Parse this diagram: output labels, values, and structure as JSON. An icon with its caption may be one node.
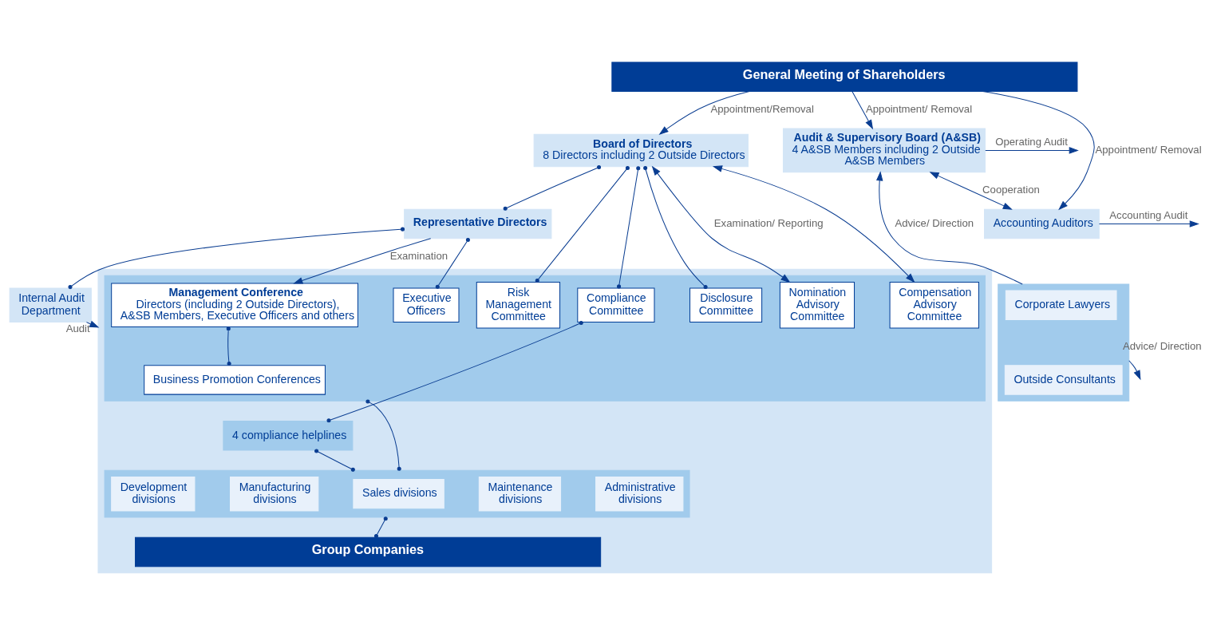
{
  "diagram": {
    "nodes": [
      {
        "text": [
          "General Meeting of Shareholders"
        ]
      },
      {
        "text": [
          "Board of Directors",
          "8 Directors including 2 Outside Directors"
        ]
      },
      {
        "text": [
          "Representative Directors"
        ]
      },
      {
        "text": [],
        "shape": "box"
      },
      {
        "text": [],
        "shape": "box",
        "in": 3
      },
      {
        "text": [
          "Compliance Committee"
        ],
        "in": 4
      },
      {
        "text": [
          "Disclosure Committee"
        ],
        "in": 4
      },
      {
        "text": [
          "Risk Management Committee"
        ],
        "in": 4
      },
      {
        "text": [
          "Nomination Advisory Committee"
        ],
        "in": 4
      },
      {
        "text": [
          "Compensation Advisory Committee"
        ],
        "in": 4
      },
      {
        "text": [
          "Management Conference",
          "Directors (including 2 Outside Directors), A&SB Members, Executive Officers and others"
        ],
        "in": 4
      },
      {
        "text": [
          "Business Promotion Conferences"
        ],
        "in": 4
      },
      {
        "text": [
          "Executive Officers"
        ],
        "in": 4
      },
      {
        "text": [
          "4 compliance helplines"
        ],
        "in": 3
      },
      {
        "text": [],
        "shape": "box",
        "in": 3
      },
      {
        "text": [
          "Development divisions"
        ],
        "in": 14
      },
      {
        "text": [
          "Manufacturing divisions"
        ],
        "in": 14
      },
      {
        "text": [
          "Sales divisions"
        ],
        "in": 14
      },
      {
        "text": [
          "Maintenance divisions"
        ],
        "in": 14
      },
      {
        "text": [
          "Administrative divisions"
        ],
        "in": 14
      },
      {
        "text": [
          "Group Companies"
        ],
        "in": 3
      },
      {
        "text": [
          "Internal Audit Department"
        ]
      },
      {
        "text": [
          "Audit & Supervisory Board (A&SB)",
          "4 A&SB Members including 2 Outside A&SB Members"
        ]
      },
      {
        "text": [
          "Accounting Auditors"
        ]
      },
      {
        "text": [],
        "shape": "box"
      },
      {
        "text": [
          "Corporate Lawyers"
        ],
        "in": 24
      },
      {
        "text": [
          "Outside Consultants"
        ],
        "in": 24
      }
    ],
    "edges": [
      {
        "from": 0,
        "to": 1,
        "arrow": "to",
        "label": "Appointment/Removal"
      },
      {
        "from": 0,
        "to": 22,
        "arrow": "to",
        "label": "Appointment/ Removal"
      },
      {
        "from": 0,
        "to": 23,
        "arrow": "to",
        "label": "Appointment/ Removal"
      },
      {
        "from": 1,
        "to": 5,
        "arrow": "other"
      },
      {
        "from": 1,
        "to": 6,
        "arrow": "other"
      },
      {
        "from": 1,
        "to": 7,
        "arrow": "other"
      },
      {
        "from": 1,
        "to": 8,
        "arrow": "both",
        "label": "Examination/ Reporting"
      },
      {
        "from": 1,
        "to": 9,
        "arrow": "both"
      },
      {
        "from": 1,
        "to": 2,
        "arrow": "other"
      },
      {
        "from": 2,
        "to": 10,
        "arrow": "to",
        "label": "Examination"
      },
      {
        "from": 2,
        "to": 12,
        "arrow": "other"
      },
      {
        "from": 2,
        "to": 21,
        "arrow": "other"
      },
      {
        "from": 21,
        "to": 3,
        "arrow": "to",
        "label": "Audit"
      },
      {
        "from": 22,
        "to": null,
        "arrow": "to",
        "label": "Operating Audit"
      },
      {
        "from": 22,
        "to": 23,
        "arrow": "both",
        "label": "Cooperation"
      },
      {
        "from": 23,
        "to": null,
        "arrow": "to",
        "label": "Accounting Audit"
      },
      {
        "from": 24,
        "to": 22,
        "arrow": "to",
        "label": "Advice/ Direction"
      },
      {
        "from": 24,
        "to": null,
        "arrow": "to",
        "label": "Advice/ Direction"
      },
      {
        "from": 10,
        "to": 11,
        "arrow": "other"
      },
      {
        "from": 5,
        "to": 13,
        "arrow": "other"
      },
      {
        "from": 13,
        "to": 14,
        "arrow": "other"
      },
      {
        "from": 4,
        "to": 14,
        "arrow": "other"
      },
      {
        "from": 14,
        "to": 20,
        "arrow": "other"
      }
    ]
  }
}
